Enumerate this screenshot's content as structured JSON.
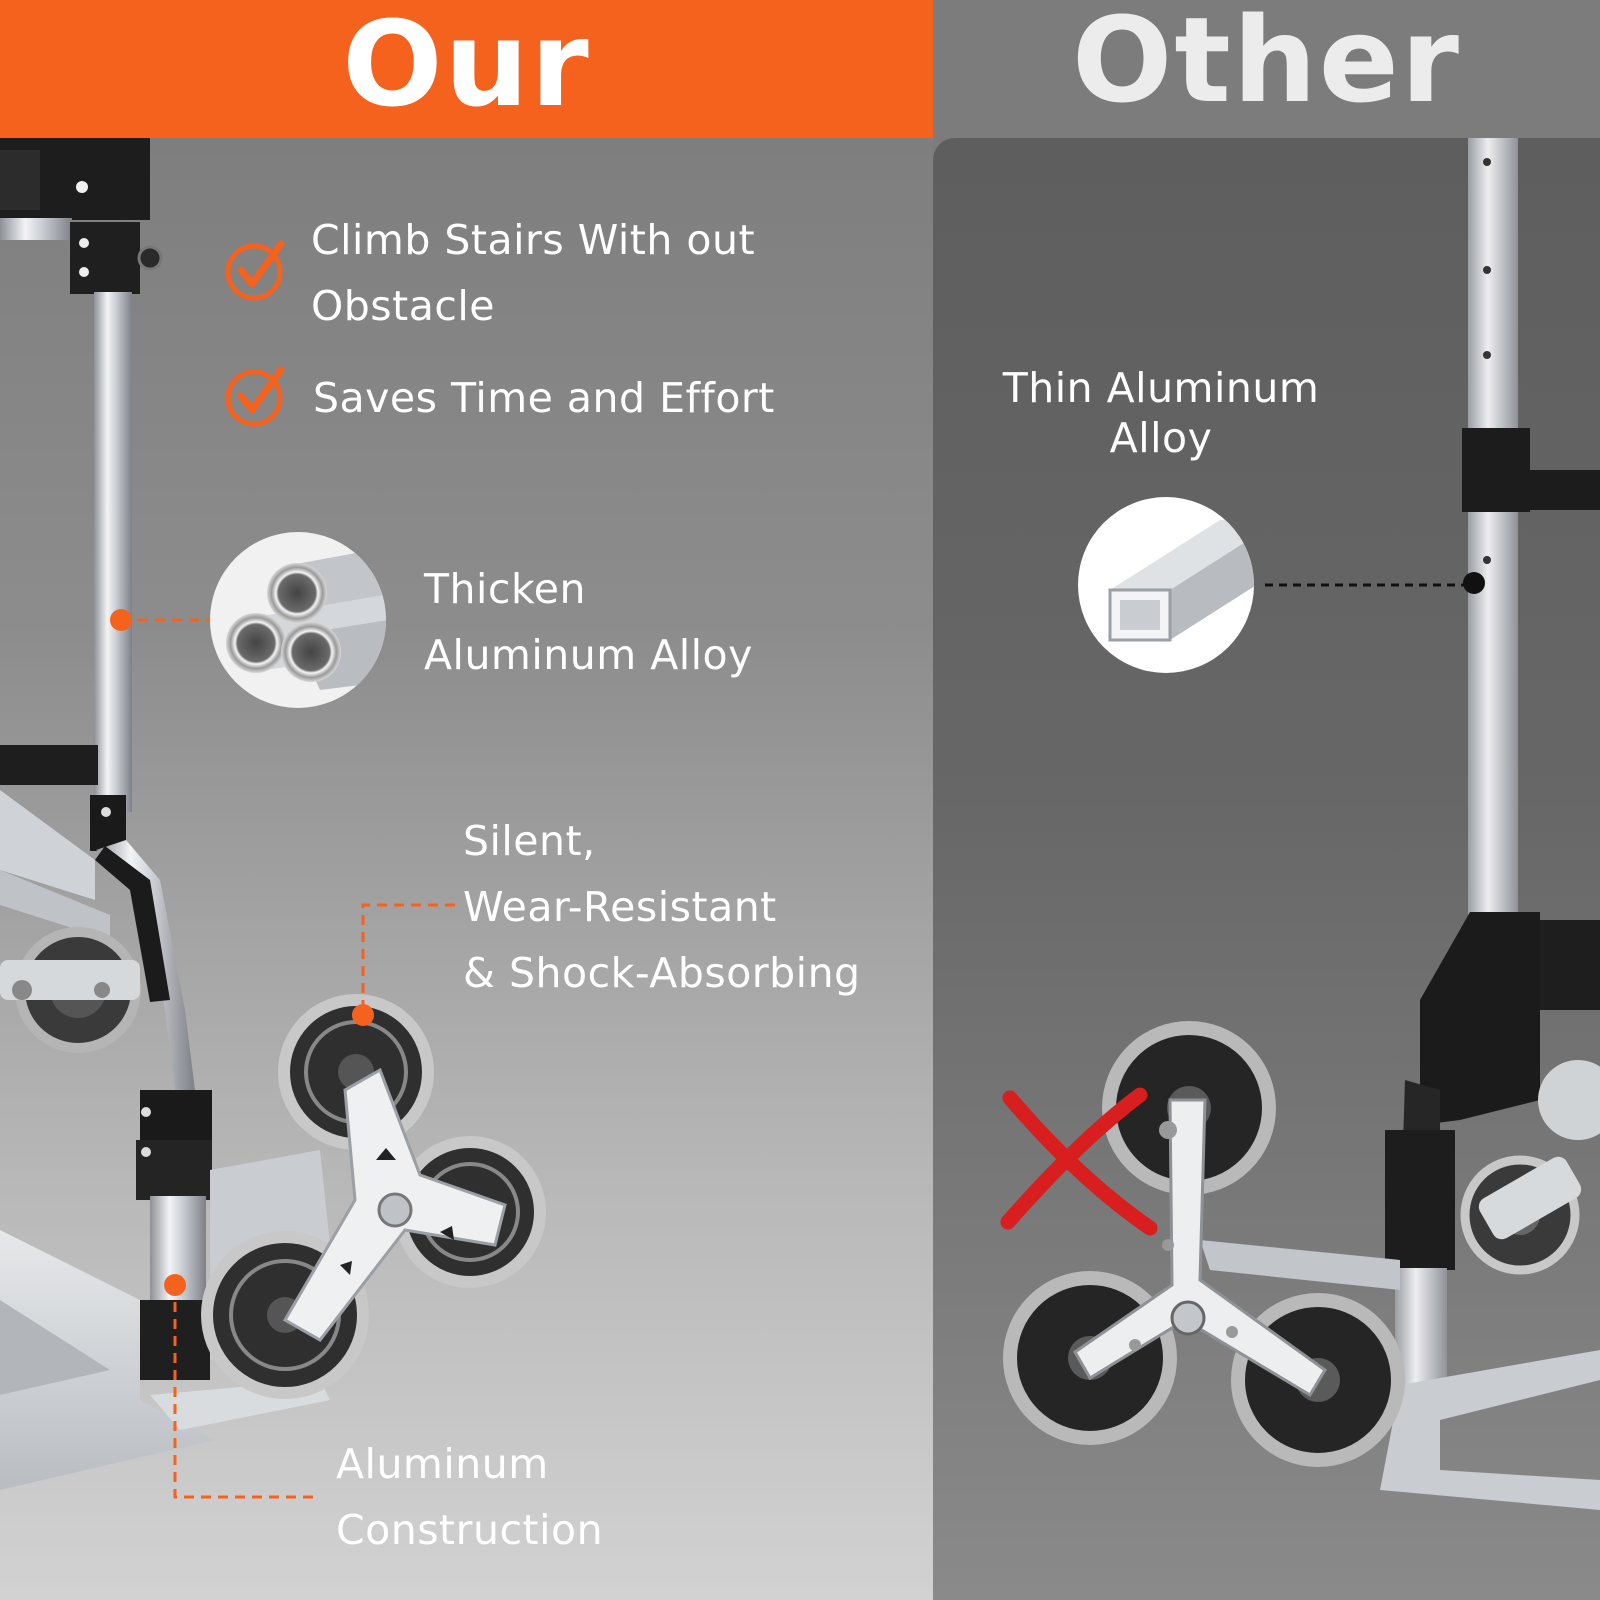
{
  "header": {
    "left_title": "Our",
    "right_title": "Other"
  },
  "colors": {
    "accent": "#f4621e",
    "cross": "#d81e1e",
    "right_panel": "#7c7c7c"
  },
  "our": {
    "features": [
      {
        "icon": "check-circle-icon",
        "lines": [
          "Climb Stairs With out",
          "Obstacle"
        ]
      },
      {
        "icon": "check-circle-icon",
        "lines": [
          "Saves Time and Effort"
        ]
      }
    ],
    "callouts": {
      "tube": {
        "icon": "round-tubes-icon",
        "lines": [
          "Thicken",
          "Aluminum Alloy"
        ]
      },
      "wheels": {
        "lines": [
          "Silent,",
          "Wear-Resistant",
          "& Shock-Absorbing"
        ]
      },
      "frame": {
        "lines": [
          "Aluminum",
          "Construction"
        ]
      }
    }
  },
  "other": {
    "callout": {
      "icon": "square-tube-icon",
      "lines": [
        "Thin Aluminum",
        "Alloy"
      ]
    },
    "marker": "red-cross-icon"
  }
}
